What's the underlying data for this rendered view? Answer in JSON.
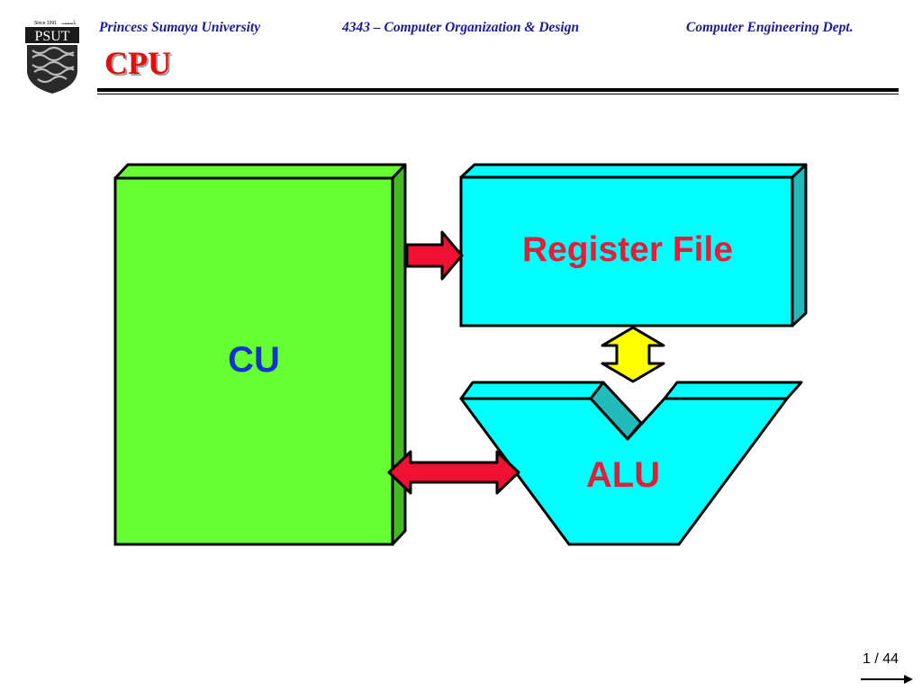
{
  "header": {
    "university": "Princess Sumaya University",
    "course": "4343 – Computer Organization & Design",
    "department": "Computer Engineering Dept."
  },
  "logo": {
    "text": "PSUT",
    "since": "Since 1991",
    "arabic": "تأسست"
  },
  "slide": {
    "title": "CPU"
  },
  "diagram": {
    "blocks": {
      "cu": "CU",
      "register_file": "Register File",
      "alu": "ALU"
    }
  },
  "footer": {
    "page": "1 / 44"
  },
  "colors": {
    "cu_fill": "#66ff33",
    "cu_side": "#44bb22",
    "register_file_fill": "#00ffff",
    "register_file_side": "#22bbbb",
    "arrow_red": "#ee1133",
    "arrow_yellow": "#ffff00",
    "title_red": "#dd1010",
    "header_blue": "#1a1a9a"
  }
}
